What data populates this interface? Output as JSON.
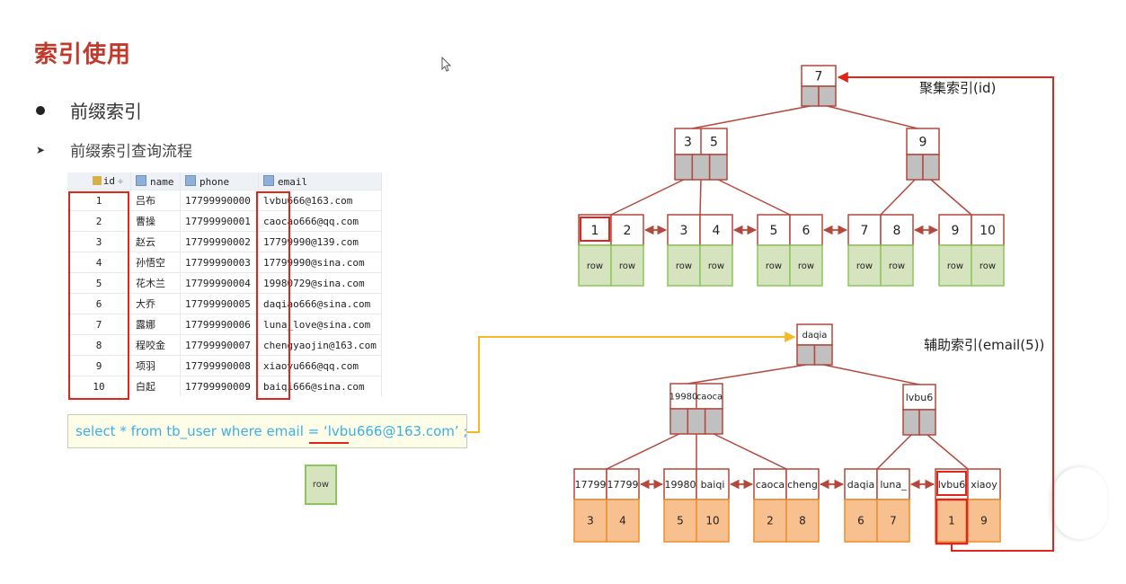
{
  "title": "索引使用",
  "bullet": "前缀索引",
  "subheading": "前缀索引查询流程",
  "table": {
    "columns": [
      "id",
      "name",
      "phone",
      "email"
    ],
    "rows": [
      [
        "1",
        "吕布",
        "17799990000",
        "lvbu666@163.com"
      ],
      [
        "2",
        "曹操",
        "17799990001",
        "caocao666@qq.com"
      ],
      [
        "3",
        "赵云",
        "17799990002",
        "17799990@139.com"
      ],
      [
        "4",
        "孙悟空",
        "17799990003",
        "17799990@sina.com"
      ],
      [
        "5",
        "花木兰",
        "17799990004",
        "19980729@sina.com"
      ],
      [
        "6",
        "大乔",
        "17799990005",
        "daqiao666@sina.com"
      ],
      [
        "7",
        "露娜",
        "17799990006",
        "luna_love@sina.com"
      ],
      [
        "8",
        "程咬金",
        "17799990007",
        "chengyaojin@163.com"
      ],
      [
        "9",
        "项羽",
        "17799990008",
        "xiaoyu666@qq.com"
      ],
      [
        "10",
        "白起",
        "17799990009",
        "baiqi666@sina.com"
      ]
    ]
  },
  "sql": "select * from tb_user where email = ‘lvbu666@163.com’ ;",
  "row_label": "row",
  "clustered_index": {
    "label": "聚集索引(id)",
    "root": [
      "7"
    ],
    "level1": [
      [
        "3",
        "5"
      ],
      [
        "9"
      ]
    ],
    "leaves": [
      [
        "1",
        "2"
      ],
      [
        "3",
        "4"
      ],
      [
        "5",
        "6"
      ],
      [
        "7",
        "8"
      ],
      [
        "9",
        "10"
      ]
    ],
    "leaf_payload": "row",
    "highlighted_key": "1"
  },
  "secondary_index": {
    "label": "辅助索引(email(5))",
    "root": [
      "daqia"
    ],
    "level1": [
      [
        "19980",
        "caoca"
      ],
      [
        "lvbu6"
      ]
    ],
    "leaves": [
      [
        "17799",
        "17799"
      ],
      [
        "19980",
        "baiqi"
      ],
      [
        "caoca",
        "cheng"
      ],
      [
        "daqia",
        "luna_"
      ],
      [
        "lvbu6",
        "xiaoy"
      ]
    ],
    "leaf_ids": [
      [
        "3",
        "4"
      ],
      [
        "5",
        "10"
      ],
      [
        "2",
        "8"
      ],
      [
        "6",
        "7"
      ],
      [
        "1",
        "9"
      ]
    ],
    "highlighted_key": "lvbu6",
    "highlighted_id": "1"
  },
  "colors": {
    "title": "#c0392b",
    "node_border": "#b5473d",
    "pointer_fill": "#c0c0c0",
    "row_fill": "#d6e3bf",
    "row_border": "#8cc65a",
    "id_fill": "#f8c08e",
    "id_border": "#e8902e",
    "highlight": "#e0261b",
    "query_arrow": "#f5b921",
    "sql_text": "#3bb0e8"
  }
}
